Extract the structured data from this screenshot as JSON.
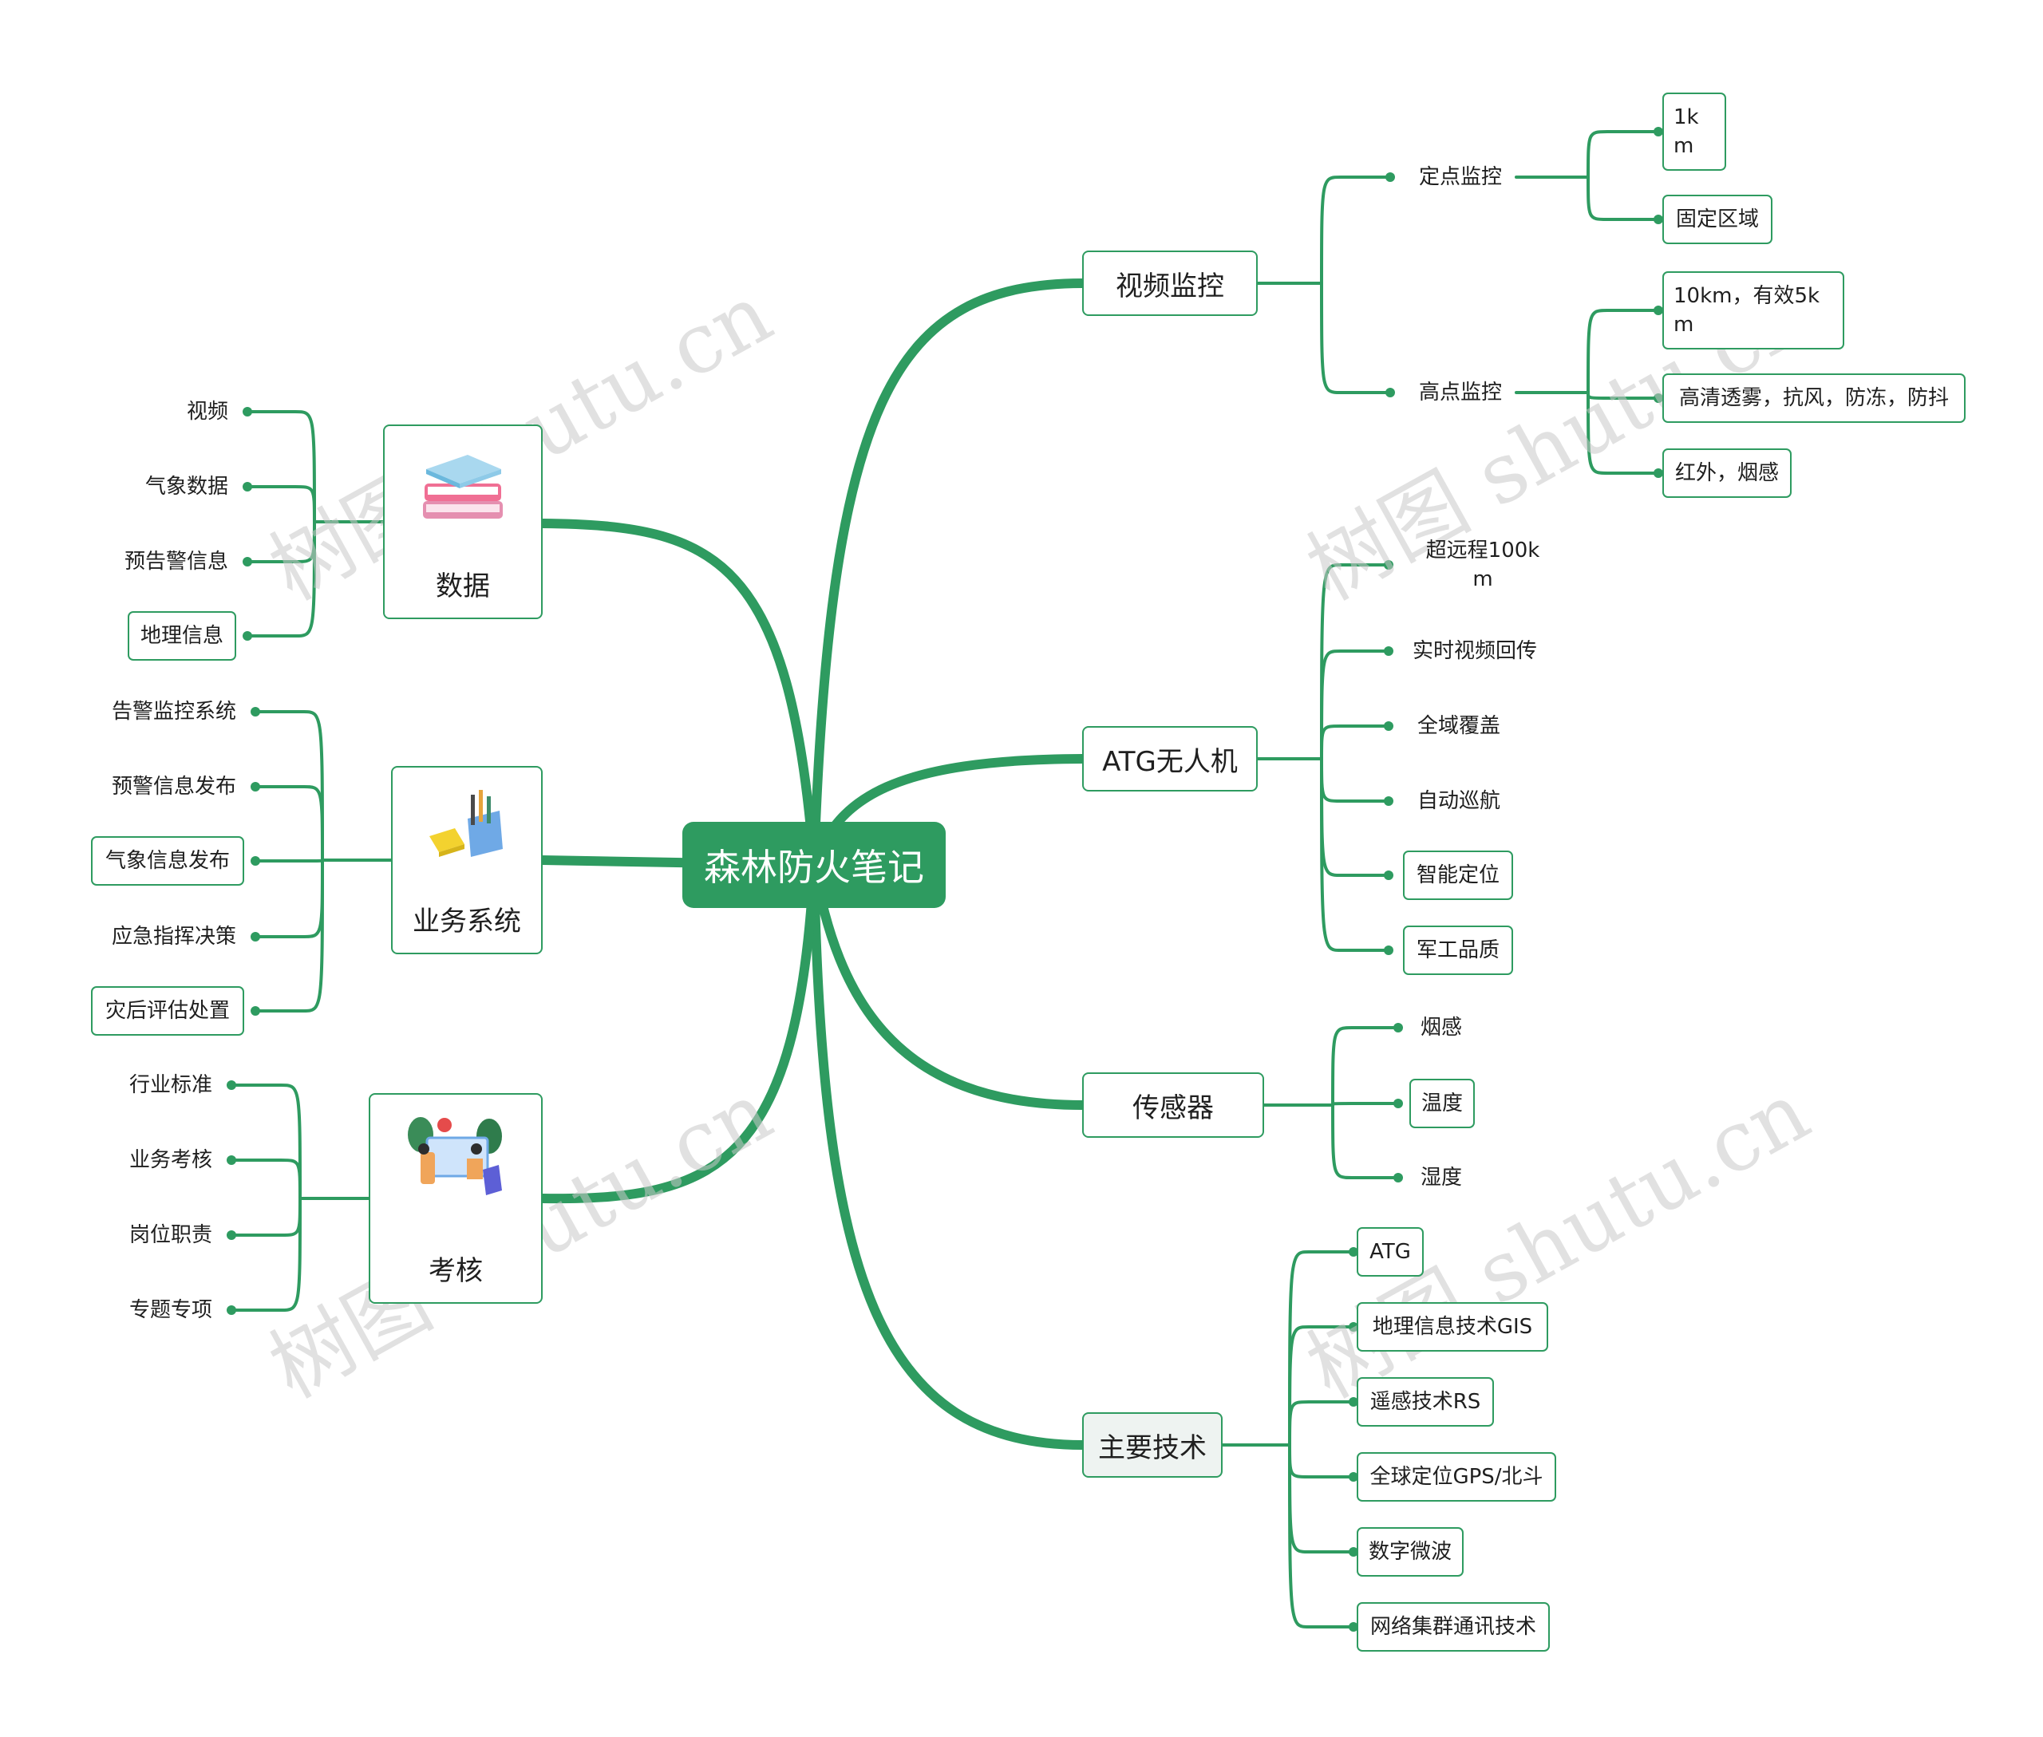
{
  "colors": {
    "accent": "#2e9b60",
    "root_text": "#ffffff",
    "text": "#1f1f1f"
  },
  "root": {
    "label": "森林防火笔记"
  },
  "right": {
    "video": {
      "label": "视频监控",
      "fixed": {
        "label": "定点监控",
        "items": [
          "1k\nm",
          "固定区域"
        ]
      },
      "high": {
        "label": "高点监控",
        "items": [
          "10km，有效5k\nm",
          "高清透雾，抗风，防冻，防抖",
          "红外，烟感"
        ]
      }
    },
    "drone": {
      "label": "ATG无人机",
      "items": [
        "超远程100k\nm",
        "实时视频回传",
        "全域覆盖",
        "自动巡航",
        "智能定位",
        "军工品质"
      ]
    },
    "sensor": {
      "label": "传感器",
      "items": [
        "烟感",
        "温度",
        "湿度"
      ]
    },
    "tech": {
      "label": "主要技术",
      "items": [
        "ATG",
        "地理信息技术GIS",
        "遥感技术RS",
        "全球定位GPS/北斗",
        "数字微波",
        "网络集群通讯技术"
      ]
    }
  },
  "left": {
    "data": {
      "label": "数据",
      "icon": "books-icon",
      "items": [
        "视频",
        "气象数据",
        "预告警信息",
        "地理信息"
      ]
    },
    "business": {
      "label": "业务系统",
      "icon": "stationery-icon",
      "items": [
        "告警监控系统",
        "预警信息发布",
        "气象信息发布",
        "应急指挥决策",
        "灾后评估处置"
      ]
    },
    "assess": {
      "label": "考核",
      "icon": "teamwork-icon",
      "items": [
        "行业标准",
        "业务考核",
        "岗位职责",
        "专题专项"
      ]
    }
  },
  "watermark": "树图 shutu.cn"
}
